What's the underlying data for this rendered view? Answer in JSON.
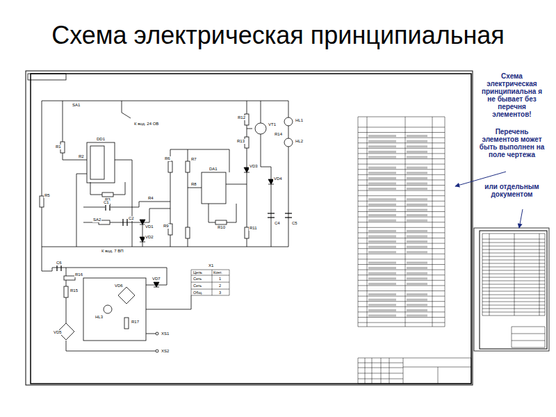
{
  "diagram": {
    "title": "Схема электрическая принципиальная",
    "labels": [
      "Схема электрическая принципиальна я не бывает без перечня элементов!",
      "Перечень элементов может быть выполнен на поле чертежа",
      "или отдельным документом",
      "SA1",
      "К вод. 24 OB",
      "DD1",
      "R1",
      "R2",
      "R3",
      "C1",
      "SA2",
      "C2",
      "VD1",
      "R4",
      "R5",
      "VD2",
      "К вод. 7 ВП",
      "R6",
      "R7",
      "DA1",
      "R8",
      "R9",
      "R10",
      "R11",
      "VT1",
      "R12",
      "R13",
      "VD3",
      "VD4",
      "HL1",
      "HL2",
      "R14",
      "C4",
      "C5",
      "X1",
      "Цепь",
      "Конт.",
      "Сеть",
      "1",
      "Сеть",
      "2",
      "Общ.",
      "3",
      "C6",
      "R15",
      "R16",
      "VD5",
      "VD6",
      "HL3",
      "R17",
      "VD7",
      "XS1",
      "XS2"
    ]
  }
}
